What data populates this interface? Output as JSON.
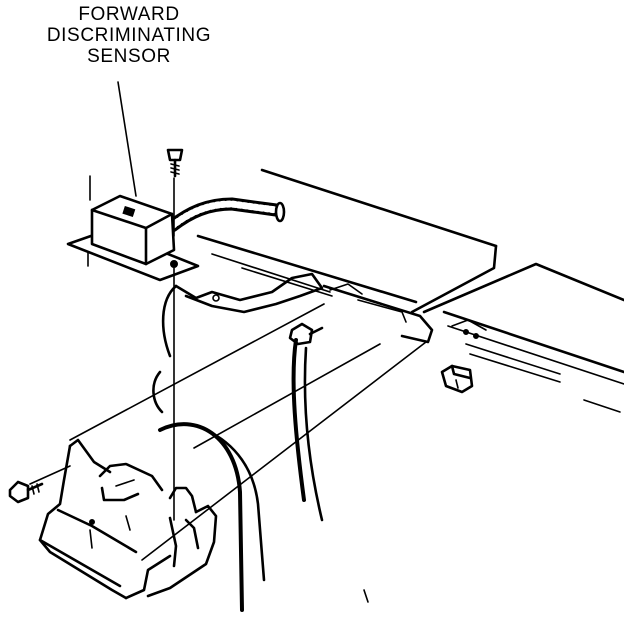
{
  "callout": {
    "lines": [
      "FORWARD",
      "DISCRIMINATING",
      "SENSOR"
    ]
  }
}
